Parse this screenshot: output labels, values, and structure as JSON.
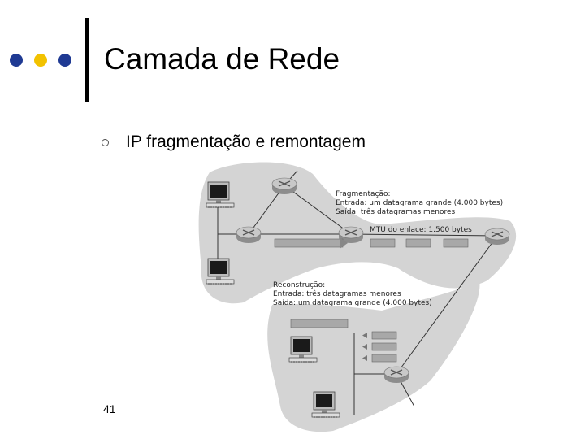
{
  "colors": {
    "dot1": "#1f3a93",
    "dot2": "#f2c200",
    "dot3": "#1f3a93",
    "cloud": "#d4d4d4"
  },
  "slide": {
    "title": "Camada de Rede",
    "bullet": "IP fragmentação e remontagem",
    "page_number": "41"
  },
  "diagram": {
    "frag_title": "Fragmentação:",
    "frag_in": "Entrada: um datagrama grande (4.000 bytes)",
    "frag_out": "Saída: três datagramas menores",
    "mtu": "MTU do enlace: 1.500 bytes",
    "reasm_title": "Reconstrução:",
    "reasm_in": "Entrada: três datagramas menores",
    "reasm_out": "Saída: um datagrama grande (4.000 bytes)"
  }
}
